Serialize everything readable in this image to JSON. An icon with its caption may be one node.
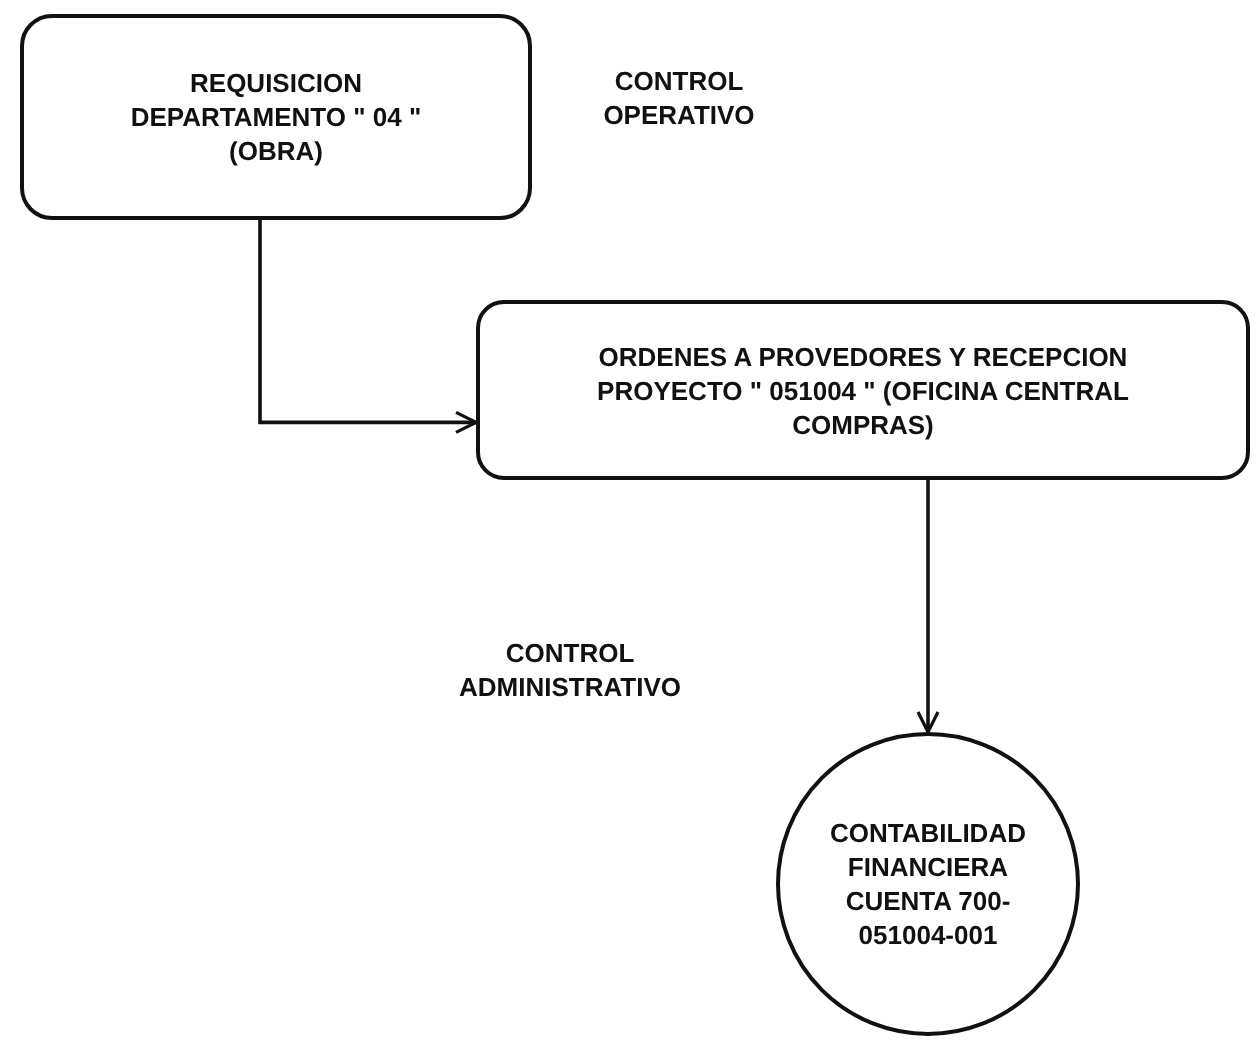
{
  "diagram": {
    "nodes": [
      {
        "text": [
          "REQUISICION DEPARTAMENTO \" 04 \" (OBRA)"
        ]
      },
      {
        "text": [
          "ORDENES A PROVEDORES Y RECEPCION PROYECTO \" 051004 \" (OFICINA CENTRAL COMPRAS)"
        ]
      },
      {
        "text": [
          "CONTABILIDAD FINANCIERA CUENTA 700-051004-001"
        ]
      }
    ],
    "edges": [
      {
        "from": 0,
        "to": 1,
        "arrow": "to"
      },
      {
        "from": 1,
        "to": 2,
        "arrow": "to"
      }
    ],
    "labels": [
      "CONTROL OPERATIVO",
      "CONTROL ADMINISTRATIVO"
    ]
  }
}
